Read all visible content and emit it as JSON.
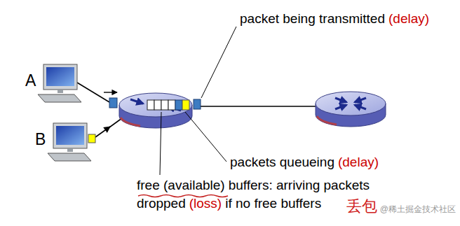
{
  "diagram": {
    "labels": [
      "A",
      "B",
      "packet being transmitted",
      "(delay)",
      "packets queueing",
      "(delay)",
      "free (available)",
      "buffers: arriving packets",
      "dropped",
      "(loss)",
      "if no free buffers",
      "丢包",
      "@稀土掘金技术社区"
    ]
  }
}
